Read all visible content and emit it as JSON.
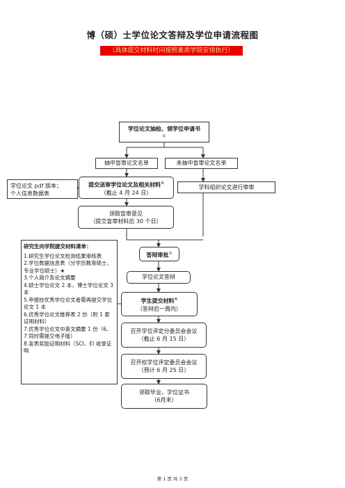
{
  "title": "博（硕）士学位论文答辩及学位申请流程图",
  "notice": "（具体提交材料时间按照素质学院安排执行）",
  "boxes": {
    "thesis_check": {
      "line1": "学位论文抽检、领学位申请书",
      "line2": "①"
    },
    "sampled": "抽中盲审论文名单",
    "not_sampled": "未抽中盲审论文名单",
    "submit_blind": {
      "line1": "提交送审学位论文及相关材料",
      "mark": "②",
      "line2": "（截止 4 月 24 日）"
    },
    "pdf_version": {
      "line1": "学位论文 pdf 版本；",
      "line2": "个人信息数据表"
    },
    "discipline_review": "学科组织论文进行审审",
    "get_opinions": {
      "line1": "领取盲审意见",
      "line2": "（提交盲审材料后 30 个日）"
    },
    "defense_approval": {
      "line1": "答辩审批",
      "mark": "③"
    },
    "defense": "学位论文答辩",
    "submit_materials": {
      "line1": "学生提交材料",
      "mark": "④",
      "line2": "（答辩后一周内）"
    },
    "sub_committee": {
      "line1": "召开学位评定分委员会会议",
      "line2": "（截止 6 月 15 日）"
    },
    "school_committee": {
      "line1": "召开校学位评定委员会会议",
      "line2": "（预计 6 月 25 日）"
    },
    "graduation": {
      "line1": "领取毕业、学位证书",
      "line2": "（6月末）"
    }
  },
  "checklist": {
    "heading": "研究生向学院提交材料清单：",
    "items": [
      "1.研究生学位论文检测结果审核表",
      "2.学位数据信息表（分学历教育硕士、专业学位硕士）★",
      "3.个人简介及论文摘要",
      "4.硕士学位论文 2 本，博士学位论文 3 本",
      "5.申报校优秀学位论文者需再提交学位论文 1 本",
      "6.优秀学位论文推荐表 2 份（附 1 套证明材料）",
      "7.优秀学位论文中英文摘要 1 份（6、7 同时需提交电子版）",
      "8.发表奖励证明材料（SCI、EI 收录证明"
    ]
  },
  "footer": "第 1 页 共 3 页"
}
